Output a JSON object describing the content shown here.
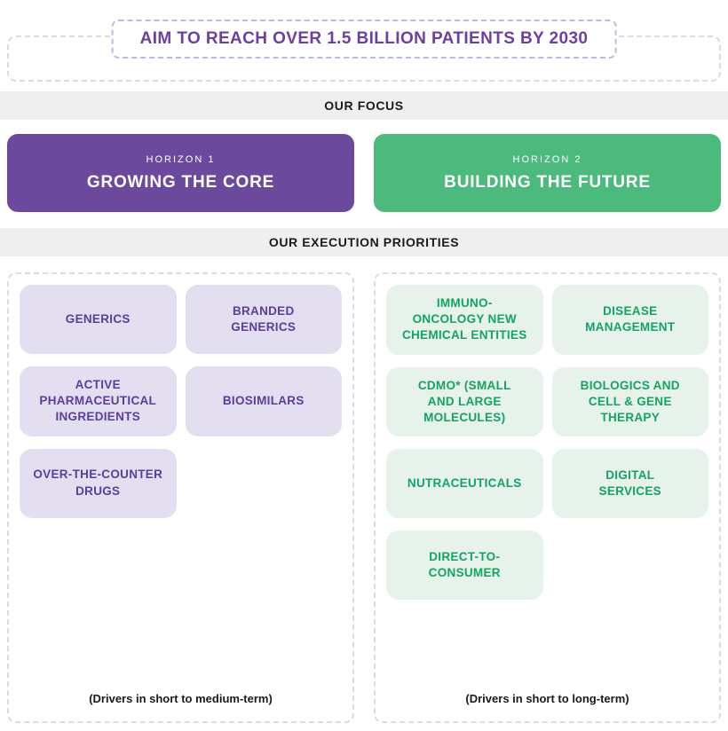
{
  "title": "AIM TO REACH OVER 1.5 BILLION PATIENTS BY 2030",
  "focus_band": "OUR FOCUS",
  "priorities_band": "OUR EXECUTION PRIORITIES",
  "horizons": [
    {
      "label": "HORIZON 1",
      "title": "GROWING THE CORE"
    },
    {
      "label": "HORIZON 2",
      "title": "BUILDING THE FUTURE"
    }
  ],
  "columns": [
    {
      "name": "growing-the-core",
      "tiles": [
        "GENERICS",
        "BRANDED\nGENERICS",
        "ACTIVE\nPHARMACEUTICAL\nINGREDIENTS",
        "BIOSIMILARS",
        "OVER-THE-COUNTER\nDRUGS"
      ],
      "footnote": "(Drivers in short to medium-term)"
    },
    {
      "name": "building-the-future",
      "tiles": [
        "IMMUNO-\nONCOLOGY NEW\nCHEMICAL ENTITIES",
        "DISEASE\nMANAGEMENT",
        "CDMO* (SMALL\nAND LARGE\nMOLECULES)",
        "BIOLOGICS AND\nCELL & GENE\nTHERAPY",
        "NUTRACEUTICALS",
        "DIGITAL\nSERVICES",
        "DIRECT-TO-\nCONSUMER"
      ],
      "footnote": "(Drivers in short to long-term)"
    }
  ],
  "colors": {
    "title_text": "#6d3fa3",
    "band_bg": "#efefef",
    "horizon1": "#6b4a9e",
    "horizon2": "#4cba7c",
    "tile1_bg": "#e3def0",
    "tile1_text": "#5b3d9c",
    "tile2_bg": "#e7f2ea",
    "tile2_text": "#13a363"
  }
}
